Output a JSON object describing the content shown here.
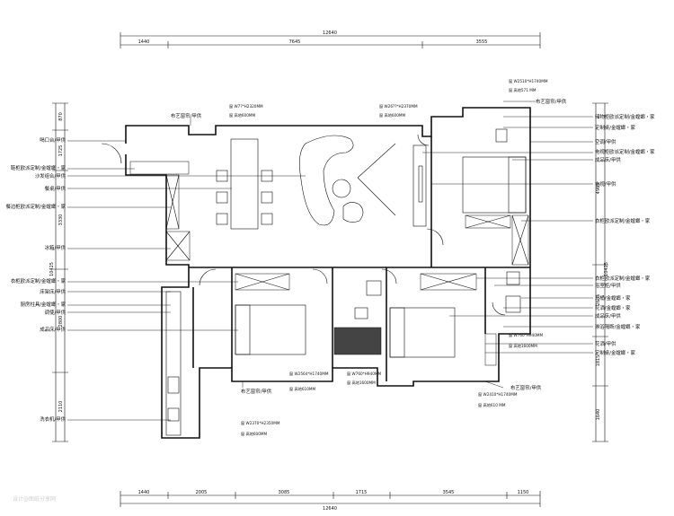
{
  "dimensions": {
    "top_total": "12640",
    "top": [
      "1440",
      "7645",
      "3555"
    ],
    "bottom_total": "12640",
    "bottom": [
      "1440",
      "2005",
      "3085",
      "1715",
      "3545",
      "1150"
    ],
    "left": [
      "870",
      "1725",
      "3330",
      "10425",
      "2800",
      "2110"
    ],
    "right": [
      "4985",
      "10425",
      "2635",
      "1815",
      "1640"
    ]
  },
  "labels_left": [
    "喝口台/甲供",
    "鞋柜欧派定制/金螳螂・家",
    "沙发组合/甲供",
    "餐桌/甲供",
    "餐边柜欧派定制/金螳螂・家",
    "冰箱/甲供",
    "衣柜欧派定制/金螳螂・家",
    "床架床/甲供",
    "厨房柱具/金螳螂・家",
    "调使/甲供",
    "成品床/甲供",
    "洗衣机/甲供"
  ],
  "labels_right": [
    "布艺窗帘/甲供",
    "储物柜欧派定制/金螳螂・家",
    "定制桌/金螳螂・家",
    "空调/甲供",
    "电视柜欧派定制/金螳螂・家",
    "成品床/甲供",
    "电视/甲供",
    "衣柜欧派定制/金螳螂・家",
    "衣柜欧派定制/金螳螂・家",
    "浴室柜/甲供",
    "马桶/金螳螂・家",
    "花洒/金螳螂・家",
    "成品床/甲供",
    "淋浴隔断/金螳螂・家",
    "花洒/甲供",
    "定制桌/金螳螂・家"
  ],
  "labels_inner": [
    "布艺窗帘/甲供",
    "布艺窗帘/甲供",
    "布艺窗帘/甲供"
  ],
  "window_notes": [
    "窗 W7?*H2320MM",
    "窗 高地600MM",
    "窗 W26??*H2370MM",
    "窗 高地600MM",
    "窗 W2510*H1740MM",
    "窗 高地571 MM",
    "窗 W2564*H1740MM",
    "窗 高地610MM",
    "窗 W760*H940MM",
    "窗 高地1600MM",
    "窗 W2410*H1740MM",
    "窗 高地610 MM",
    "窗 W2370*H2350MM",
    "窗 高地600MM",
    "窗 W760*H940MM",
    "窗 高地1600MM"
  ],
  "watermark": "设计@图纸分享网"
}
